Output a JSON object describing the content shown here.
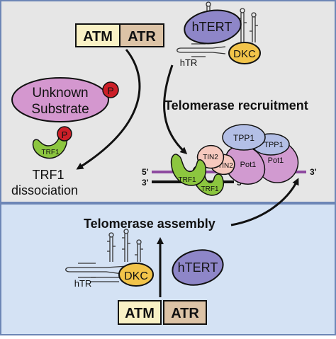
{
  "top_panel": {
    "kinases": {
      "atm": "ATM",
      "atr": "ATR"
    },
    "telomerase": {
      "htert": "hTERT",
      "dkc": "DKC",
      "htr": "hTR"
    },
    "substrate": {
      "line1": "Unknown",
      "line2": "Substrate",
      "phospho": "P"
    },
    "trf1_free": {
      "label": "TRF1",
      "phospho": "P"
    },
    "trf1_caption": {
      "line1": "TRF1",
      "line2": "dissociation"
    },
    "recruitment_label": "Telomerase recruitment",
    "telomere": {
      "strand_top_5": "5'",
      "strand_top_3": "3'",
      "strand_bottom_3": "3'",
      "strand_bottom_5": "5'",
      "trf1_a": "TRF1",
      "trf1_b": "TRF1",
      "tin2_a": "TIN2",
      "tin2_b": "TIN2",
      "tpp1_a": "TPP1",
      "tpp1_b": "TPP1",
      "pot1_a": "Pot1",
      "pot1_b": "Pot1"
    }
  },
  "bottom_panel": {
    "assembly_label": "Telomerase assembly",
    "htert": "hTERT",
    "dkc": "DKC",
    "htr": "hTR",
    "kinases": {
      "atm": "ATM",
      "atr": "ATR"
    }
  },
  "colors": {
    "top_bg": "#e6e6e6",
    "bottom_bg": "#d4e2f4",
    "panel_border": "#6d86b6",
    "atm_fill": "#f9f1c5",
    "atr_fill": "#dcc3a6",
    "htert_fill": "#8e86c8",
    "dkc_fill": "#f2c44a",
    "substrate_fill": "#d497cf",
    "phospho_fill": "#cc1f28",
    "trf1_fill": "#8cc63f",
    "tin2_fill": "#f6c9be",
    "tpp1_fill": "#b3bfe6",
    "pot1_fill": "#d19ad0",
    "dna_strand": "#8e4aa0"
  }
}
